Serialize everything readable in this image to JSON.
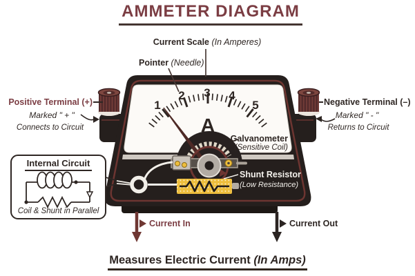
{
  "title": "AMMETER DIAGRAM",
  "colors": {
    "accent_maroon": "#7b3d43",
    "dark_text": "#2e2623",
    "meter_body": "#251f1d",
    "meter_border_maroon": "#6d3531",
    "dial_white": "#fcfaf7",
    "shunt_gold": "#eebe3d",
    "white_line": "#f2efe9",
    "wire_in": "#6f3733",
    "wire_out": "#2b2422"
  },
  "labels": {
    "current_scale": {
      "name": "Current Scale",
      "qualifier": "(In Amperes)"
    },
    "pointer": {
      "name": "Pointer",
      "qualifier": "(Needle)"
    },
    "positive_terminal": {
      "name": "Positive Terminal (+)",
      "note1": "Marked \" + \"",
      "note2": "Connects to Circuit"
    },
    "negative_terminal": {
      "name": "Negative Terminal (–)",
      "note1": "Marked \" - \"",
      "note2": "Returns to Circuit"
    },
    "galvanometer": {
      "name": "Galvanometer",
      "qualifier": "(Sensitive Coil)"
    },
    "shunt_resistor": {
      "name": "Shunt Resistor",
      "qualifier": "(Low Resistance)"
    },
    "current_in": "Current In",
    "current_out": "Current Out"
  },
  "meter": {
    "scale_numbers": [
      "1",
      "2",
      "3",
      "4",
      "5"
    ],
    "unit": "A"
  },
  "internal_circuit": {
    "title": "Internal Circuit",
    "caption": "Coil & Shunt in Parallel"
  },
  "footer": {
    "name": "Measures Electric Current",
    "qualifier": "(In Amps)"
  }
}
